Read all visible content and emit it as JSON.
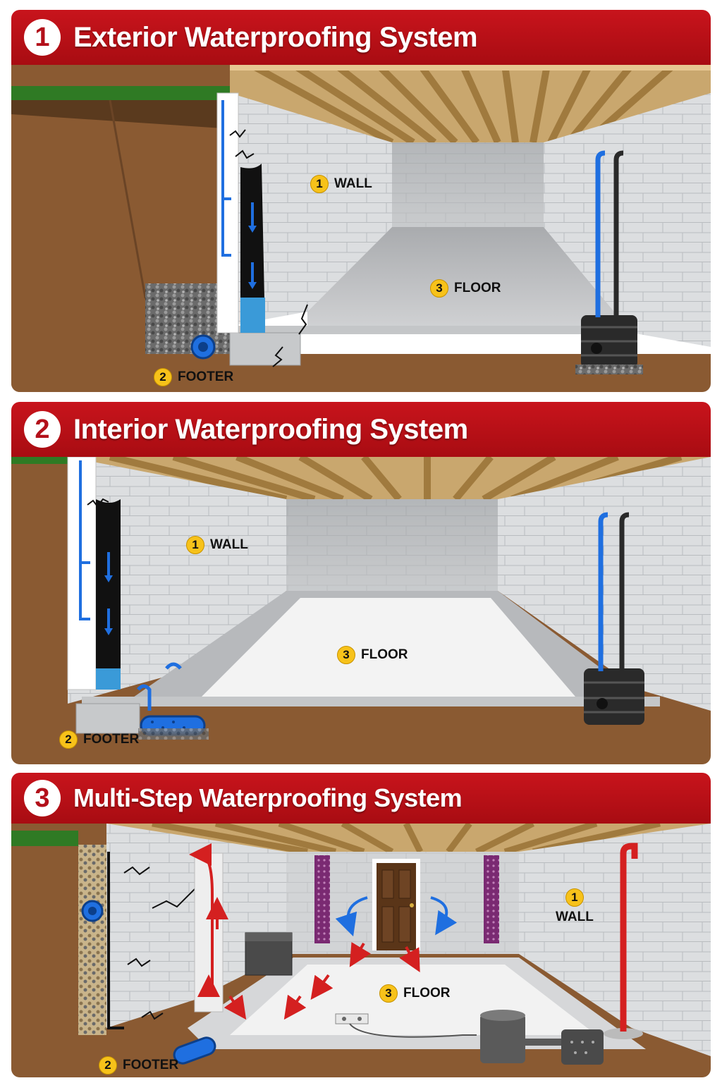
{
  "panels": [
    {
      "number": "1",
      "title": "Exterior Waterproofing System",
      "labels": {
        "wall": {
          "num": "1",
          "text": "WALL"
        },
        "footer": {
          "num": "2",
          "text": "FOOTER"
        },
        "floor": {
          "num": "3",
          "text": "FLOOR"
        }
      }
    },
    {
      "number": "2",
      "title": "Interior Waterproofing System",
      "labels": {
        "wall": {
          "num": "1",
          "text": "WALL"
        },
        "footer": {
          "num": "2",
          "text": "FOOTER"
        },
        "floor": {
          "num": "3",
          "text": "FLOOR"
        }
      }
    },
    {
      "number": "3",
      "title": "Multi-Step Waterproofing System",
      "labels": {
        "wall": {
          "num": "1",
          "text": "WALL"
        },
        "footer": {
          "num": "2",
          "text": "FOOTER"
        },
        "floor": {
          "num": "3",
          "text": "FLOOR"
        }
      }
    }
  ],
  "colors": {
    "header_red": "#b3101a",
    "badge_yellow": "#f7c21a",
    "water_blue": "#1f6fe0",
    "air_red": "#d42020",
    "soil_brown": "#8a5a32",
    "joist_wood": "#d9b27a",
    "block_gray": "#d8dadc",
    "door_brown": "#5a3518",
    "vent_purple": "#7a2a72"
  },
  "icons": [
    "sump-pump-icon",
    "drain-pipe-icon",
    "door-icon",
    "vent-icon",
    "dehumidifier-icon",
    "outlet-icon",
    "crack-icon",
    "water-arrow-icon",
    "air-arrow-icon"
  ]
}
